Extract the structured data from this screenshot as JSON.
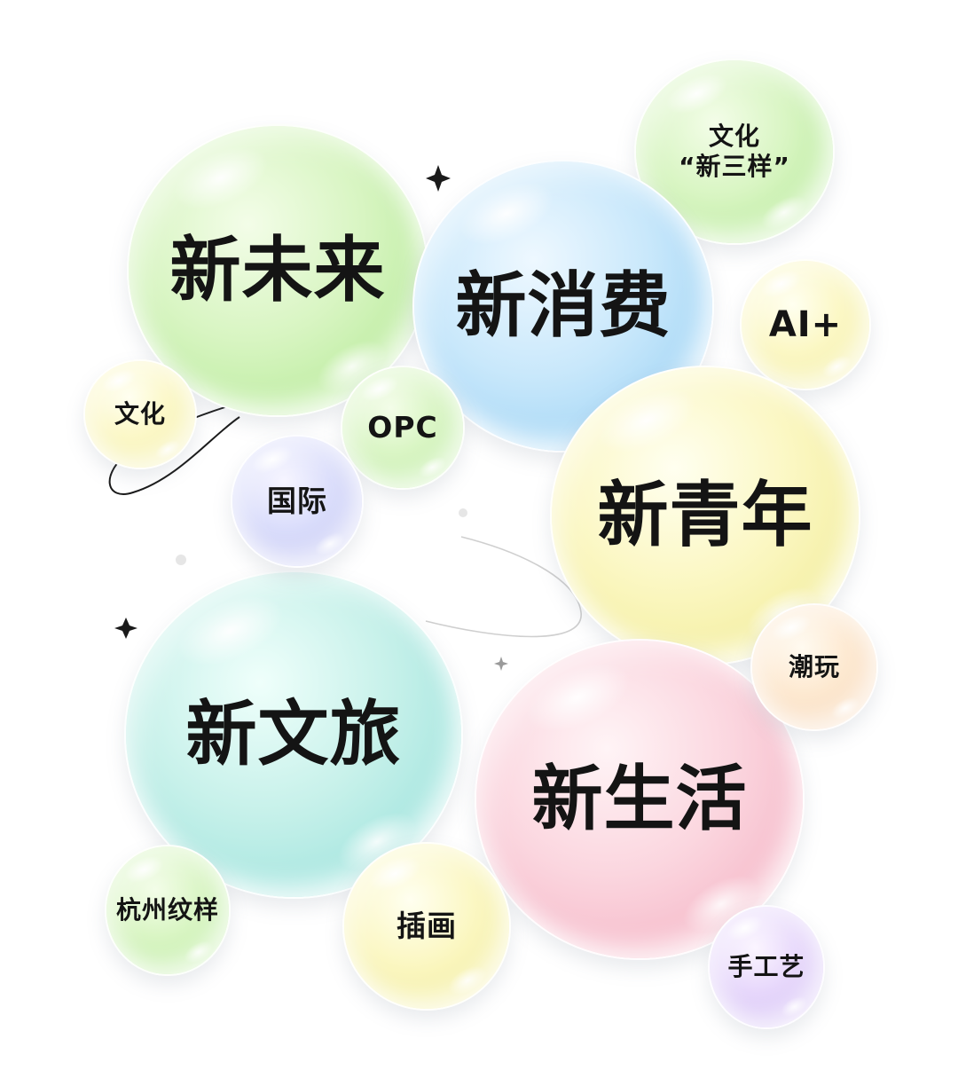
{
  "bubbles": {
    "future": "新未来",
    "consume": "新消费",
    "youth": "新青年",
    "travel": "新文旅",
    "life": "新生活",
    "culture_trio_line1": "文化",
    "culture_trio_line2": "“新三样”",
    "ai": "AI+",
    "culture": "文化",
    "opc": "OPC",
    "international": "国际",
    "toys": "潮玩",
    "hangzhou": "杭州纹样",
    "illustration": "插画",
    "craft": "手工艺"
  },
  "colors": {
    "text": "#141414",
    "green": "#bfeda3",
    "blue": "#a8d8f6",
    "yellow": "#f4efa3",
    "cyan": "#a7e6e0",
    "pink": "#f6bccb",
    "lavender": "#c5c8f4",
    "peach": "#f8d7b6",
    "purple": "#d4bff5"
  },
  "icons": [
    "sparkle-star-icon",
    "orbit-line-icon",
    "dot-icon"
  ]
}
